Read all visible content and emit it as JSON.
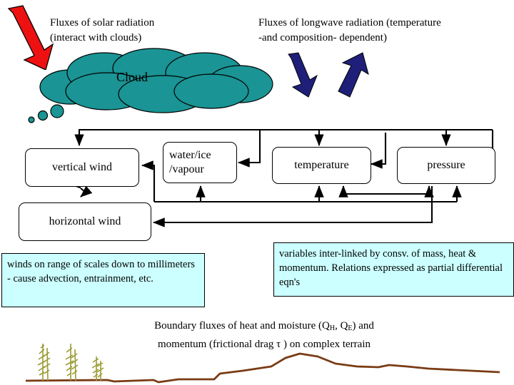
{
  "title": "Atmospheric variables and fluxes schematic",
  "colors": {
    "cloud_fill": "#1a9494",
    "solar_arrow": "#ee1111",
    "longwave_arrow": "#1f1f7a",
    "note_fill": "#ccffff",
    "terrain": "#7a3b14",
    "vegetation": "#9a9a33",
    "outline": "#000000"
  },
  "annotations": {
    "solar": "Fluxes of solar radiation\n(interact with clouds)",
    "longwave": "Fluxes of longwave radiation (temperature\n-and composition- dependent)",
    "cloud_label": "Cloud"
  },
  "boxes": [
    {
      "id": "vertical-wind",
      "label": "vertical wind"
    },
    {
      "id": "water-ice-vapour",
      "label": "water/ice\n/vapour"
    },
    {
      "id": "temperature",
      "label": "temperature"
    },
    {
      "id": "pressure",
      "label": "pressure"
    },
    {
      "id": "horizontal-wind",
      "label": "horizontal wind"
    }
  ],
  "notes": {
    "winds": "winds on range of scales down to millimeters - cause advection, entrainment, etc.",
    "variables": "variables inter-linked by consv. of mass, heat & momentum. Relations expressed as partial differential eqn's"
  },
  "bottom_caption": {
    "line1_a": "Boundary fluxes of heat and moisture (Q",
    "line1_sub1": "H",
    "line1_b": ", Q",
    "line1_sub2": "E",
    "line1_c": ") and",
    "line2": "momentum (frictional drag τ ) on complex terrain"
  },
  "icons": {
    "solar_arrow": "red-down-arrow-icon",
    "longwave_down_arrow": "navy-down-arrow-icon",
    "longwave_up_arrow": "navy-up-arrow-icon",
    "cloud": "cloud-shape-icon",
    "terrain": "terrain-profile-icon",
    "vegetation": "vegetation-icon"
  }
}
